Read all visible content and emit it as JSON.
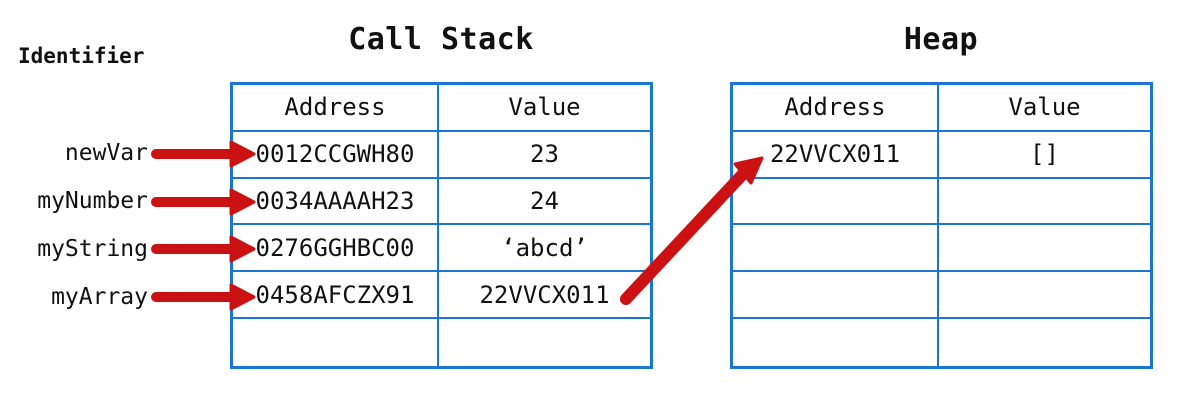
{
  "identifier_panel": {
    "label": "Identifier",
    "items": [
      "newVar",
      "myNumber",
      "myString",
      "myArray"
    ]
  },
  "call_stack": {
    "title": "Call Stack",
    "headers": [
      "Address",
      "Value"
    ],
    "rows": [
      [
        "0012CCGWH80",
        "23"
      ],
      [
        "0034AAAAH23",
        "24"
      ],
      [
        "0276GGHBC00",
        "‘abcd’"
      ],
      [
        "0458AFCZX91",
        "22VVCX011"
      ],
      [
        "",
        ""
      ]
    ]
  },
  "heap": {
    "title": "Heap",
    "headers": [
      "Address",
      "Value"
    ],
    "rows": [
      [
        "22VVCX011",
        "[]"
      ],
      [
        "",
        ""
      ],
      [
        "",
        ""
      ],
      [
        "",
        ""
      ],
      [
        "",
        ""
      ]
    ]
  },
  "arrows": {
    "pointer_links": [
      {
        "from": "newVar",
        "to_row": "0012CCGWH80"
      },
      {
        "from": "myNumber",
        "to_row": "0034AAAAH23"
      },
      {
        "from": "myString",
        "to_row": "0276GGHBC00"
      },
      {
        "from": "myArray",
        "to_row": "0458AFCZX91"
      }
    ],
    "heap_reference": {
      "from_value": "22VVCX011",
      "to_heap_address": "22VVCX011"
    }
  },
  "colors": {
    "table_border": "#1b75d3",
    "arrow_red": "#cc1112",
    "text": "#111111",
    "background": "#ffffff"
  }
}
